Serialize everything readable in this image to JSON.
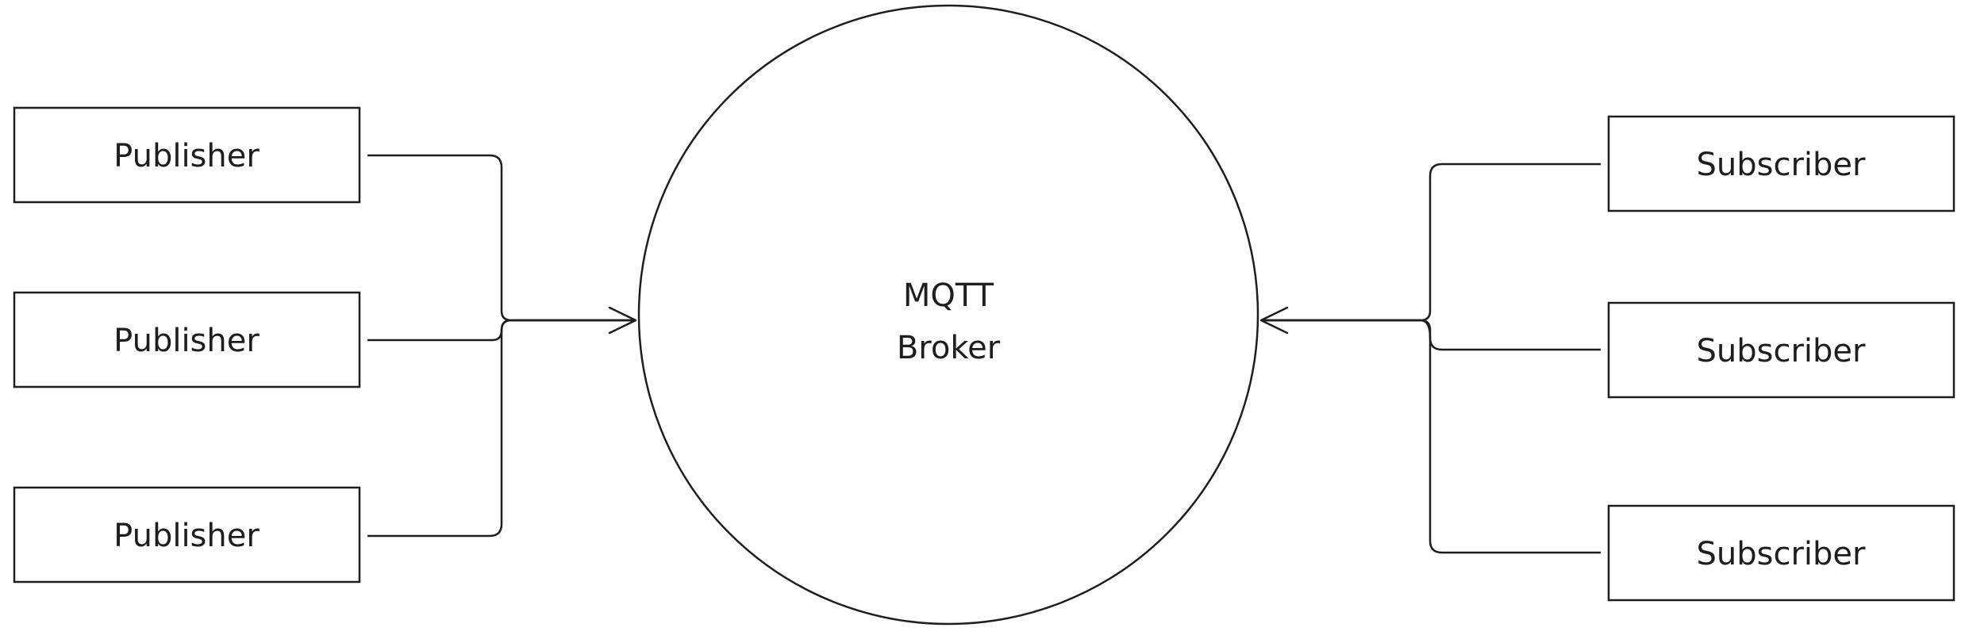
{
  "broker": {
    "line1": "MQTT",
    "line2": "Broker"
  },
  "publishers": [
    {
      "label": "Publisher"
    },
    {
      "label": "Publisher"
    },
    {
      "label": "Publisher"
    }
  ],
  "subscribers": [
    {
      "label": "Subscriber"
    },
    {
      "label": "Subscriber"
    },
    {
      "label": "Subscriber"
    }
  ],
  "colors": {
    "stroke": "#1e1e1e",
    "background": "#ffffff"
  }
}
